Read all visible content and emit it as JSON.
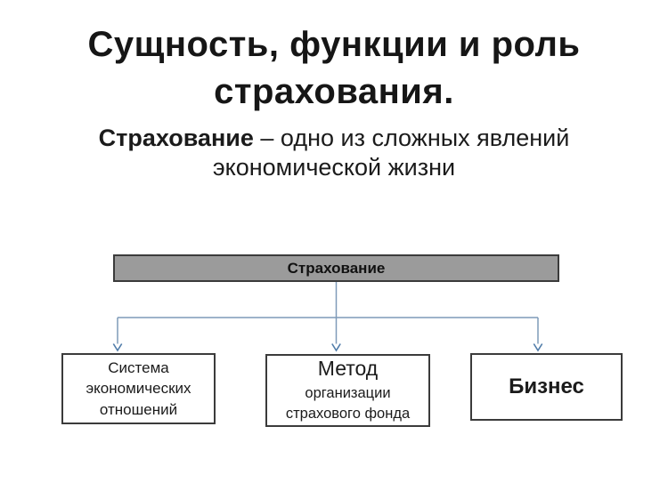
{
  "slide": {
    "title_line1": "Сущность, функции и роль",
    "title_line2": "страхования.",
    "subtitle": {
      "lead_bold": "Страхование",
      "rest": " – одно из сложных явлений",
      "line2": "экономической жизни"
    },
    "diagram": {
      "root": {
        "label": "Страхование",
        "fill_color": "#9b9b9b",
        "border_color": "#3b3b3b"
      },
      "connector_color": "#7e9ab8",
      "arrow_color": "#507ca9",
      "children": [
        {
          "lines": [
            "Система",
            "экономических",
            "отношений"
          ]
        },
        {
          "lines": [
            "Метод",
            "организации",
            "страхового фонда"
          ]
        },
        {
          "lines": [
            "Бизнес"
          ]
        }
      ]
    }
  }
}
